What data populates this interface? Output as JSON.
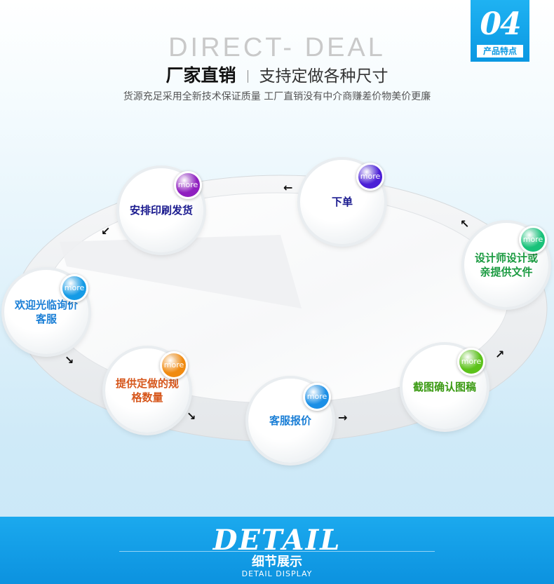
{
  "badge": {
    "number": "04",
    "label": "产品特点"
  },
  "header": {
    "en_title": "DIRECT- DEAL",
    "cn_bold": "厂家直销",
    "cn_light": "支持定做各种尺寸",
    "subtitle": "货源充足采用全新技术保证质量 工厂直销没有中介商赚差价物美价更廉"
  },
  "process": {
    "more_label": "more",
    "steps": [
      {
        "label": "安排印刷发货",
        "color": "#1b1b8f",
        "more_color": "#8f1fbf"
      },
      {
        "label": "下单",
        "color": "#1b1b8f",
        "more_color": "#4b1fd6"
      },
      {
        "label": "设计师设计或亲提供文件",
        "color": "#1a9a40",
        "more_color": "#19c27a"
      },
      {
        "label": "欢迎光临询价客服",
        "color": "#1b7fd6",
        "more_color": "#159be6"
      },
      {
        "label": "截图确认图稿",
        "color": "#3a9a12",
        "more_color": "#5cc21a"
      },
      {
        "label": "提供定做的规格数量",
        "color": "#d6561b",
        "more_color": "#f08a10"
      },
      {
        "label": "客服报价",
        "color": "#1b7fd6",
        "more_color": "#1b8fe6"
      }
    ]
  },
  "footer": {
    "big": "DETAIL",
    "cn": "细节展示",
    "en": "DETAIL DISPLAY"
  }
}
